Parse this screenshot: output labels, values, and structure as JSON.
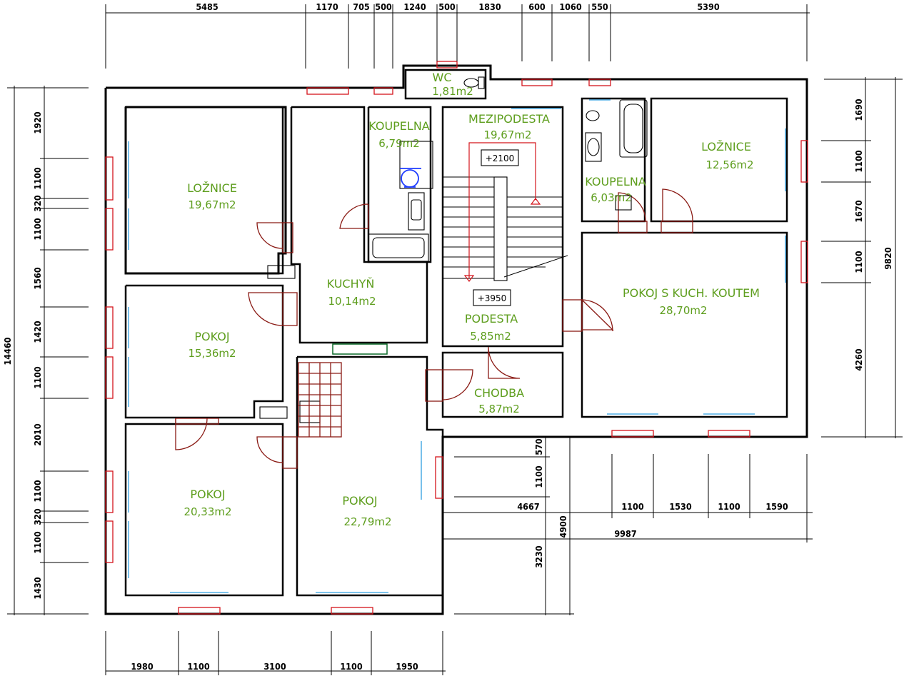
{
  "rooms": {
    "loznice_left": {
      "name": "LOŽNICE",
      "area": "19,67m2"
    },
    "pokoj_mid_left": {
      "name": "POKOJ",
      "area": "15,36m2"
    },
    "pokoj_bottom_left": {
      "name": "POKOJ",
      "area": "20,33m2"
    },
    "kuchyn": {
      "name": "KUCHYŇ",
      "area": "10,14m2"
    },
    "koupelna_small": {
      "name": "KOUPELNA",
      "area": "6,79m2"
    },
    "wc": {
      "name": "WC",
      "area": "1,81m2"
    },
    "mezipodesta": {
      "name": "MEZIPODESTA",
      "area": "19,67m2"
    },
    "podesta": {
      "name": "PODESTA",
      "area": "5,85m2"
    },
    "chodba": {
      "name": "CHODBA",
      "area": "5,87m2"
    },
    "pokoj_center": {
      "name": "POKOJ",
      "area": "22,79m2"
    },
    "koupelna_right": {
      "name": "KOUPELNA",
      "area": "6,03m2"
    },
    "loznice_right": {
      "name": "LOŽNICE",
      "area": "12,56m2"
    },
    "pokoj_kuch": {
      "name": "POKOJ S KUCH. KOUTEM",
      "area": "28,70m2"
    }
  },
  "elevations": {
    "upper": "+2100",
    "lower": "+3950"
  },
  "dimensions": {
    "top": [
      "5485",
      "1170",
      "705",
      "500",
      "1240",
      "500",
      "1830",
      "600",
      "1060",
      "550",
      "5390"
    ],
    "bottom": [
      "1980",
      "1100",
      "3100",
      "1100",
      "1950"
    ],
    "left_total": "14460",
    "left": [
      "1920",
      "1100",
      "320",
      "1100",
      "1560",
      "1420",
      "1100",
      "2010",
      "1100",
      "320",
      "1100",
      "1430"
    ],
    "right_total": "9820",
    "right": [
      "1690",
      "1100",
      "1670",
      "1100",
      "4260"
    ],
    "step_vertical": [
      "570",
      "1100",
      "4900",
      "3230"
    ],
    "step_horizontal": [
      "4667",
      "1100",
      "1530",
      "1100",
      "1590"
    ],
    "step_total": "9987"
  },
  "colors": {
    "room_label": "#5e9e1e",
    "window_outer": "#d4141b",
    "window_inner": "#2f9fe0",
    "door_swing": "#8a1a14",
    "walls": "#000000"
  }
}
